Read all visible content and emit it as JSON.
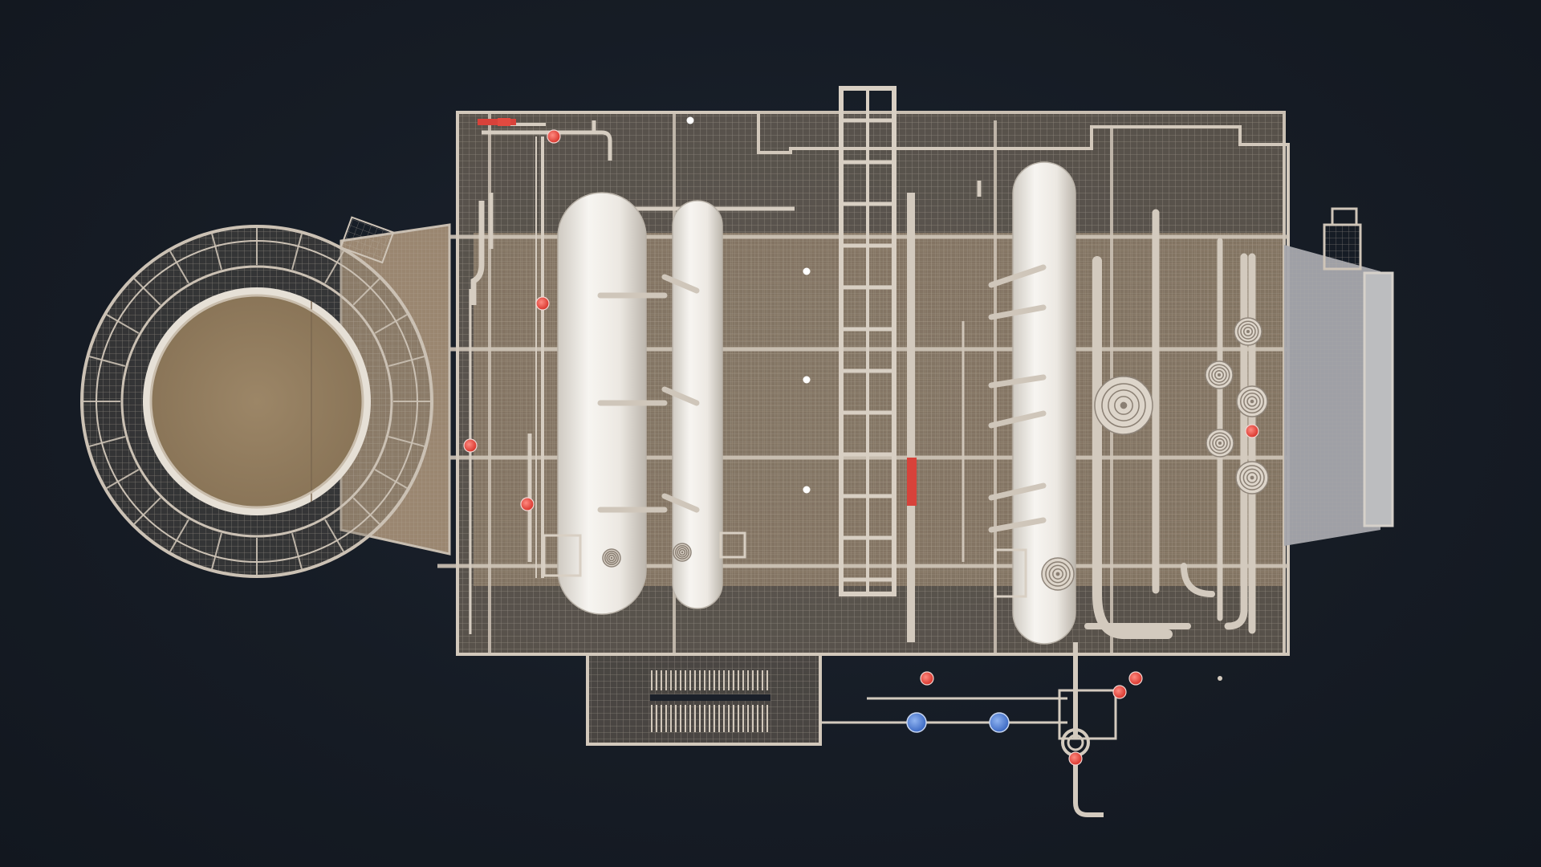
{
  "scene": {
    "background_color": "#161c25",
    "structure_color": "#bdb3a6",
    "deck_color": "#9d8a72",
    "tank_color": "#eeebe5",
    "silo_fill_color": "#8f7a5e",
    "valve_red": "#e0483e",
    "valve_blue": "#4d7fd6",
    "indicator_white": "#ffffff",
    "icons": [
      "grating-pattern",
      "vertical-tank",
      "spiral-coil-valve",
      "ladder",
      "pipe-elbow",
      "red-valve-marker",
      "blue-pump-marker"
    ]
  }
}
